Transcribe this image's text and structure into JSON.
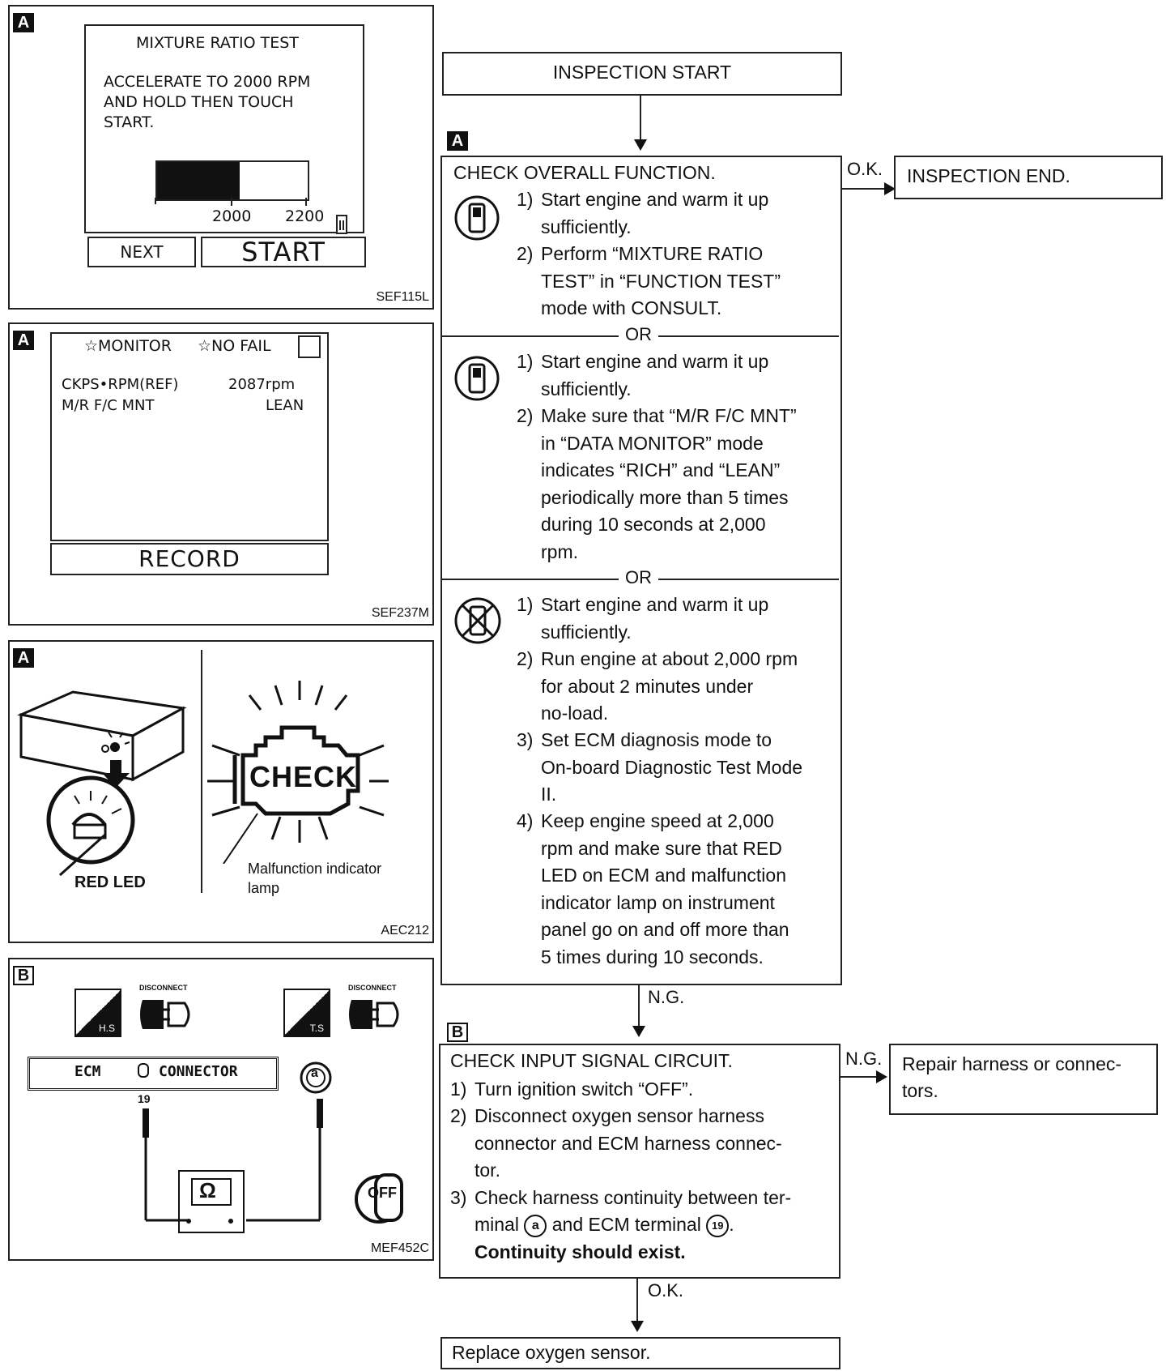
{
  "panel1": {
    "tag": "A",
    "title": "MIXTURE RATIO TEST",
    "instruction_lines": [
      "ACCELERATE TO 2000 RPM",
      "AND HOLD THEN TOUCH",
      "START."
    ],
    "bar_fill_fraction": 0.55,
    "tick1": "2000",
    "tick2": "2200",
    "next_btn": "NEXT",
    "start_btn": "START",
    "code": "SEF115L"
  },
  "panel2": {
    "tag": "A",
    "monitor_label": "☆MONITOR",
    "nofail_label": "☆NO FAIL",
    "row1_name": "CKPS•RPM(REF)",
    "row1_value": "2087rpm",
    "row2_name": "M/R F/C MNT",
    "row2_value": "LEAN",
    "record_btn": "RECORD",
    "code": "SEF237M"
  },
  "panel3": {
    "tag": "A",
    "check_text": "CHECK",
    "red_led": "RED LED",
    "mil_label_1": "Malfunction indicator",
    "mil_label_2": "lamp",
    "code": "AEC212"
  },
  "panel4": {
    "tag": "B",
    "hs": "H.S",
    "ts": "T.S",
    "disconnect1": "DISCONNECT",
    "disconnect2": "DISCONNECT",
    "ecm": "ECM",
    "connector": "CONNECTOR",
    "terminal": "19",
    "terminal_a": "a",
    "ohm": "Ω",
    "off": "OFF",
    "code": "MEF452C"
  },
  "flow": {
    "start": "INSPECTION START",
    "tag_a": "A",
    "tag_b": "B",
    "ok1": "O.K.",
    "end": "INSPECTION END.",
    "check_title": "CHECK OVERALL FUNCTION.",
    "or": "OR",
    "s1": [
      {
        "n": "1)",
        "lines": [
          "Start engine and warm it up",
          "sufficiently."
        ]
      },
      {
        "n": "2)",
        "lines": [
          "Perform “MIXTURE RATIO",
          "TEST” in “FUNCTION TEST”",
          "mode with CONSULT."
        ]
      }
    ],
    "s2": [
      {
        "n": "1)",
        "lines": [
          "Start engine and warm it up",
          "sufficiently."
        ]
      },
      {
        "n": "2)",
        "lines": [
          "Make sure that “M/R F/C MNT”",
          "in “DATA MONITOR” mode",
          "indicates “RICH” and “LEAN”",
          "periodically more than 5 times",
          "during 10 seconds at 2,000",
          "rpm."
        ]
      }
    ],
    "s3": [
      {
        "n": "1)",
        "lines": [
          "Start engine and warm it up",
          "sufficiently."
        ]
      },
      {
        "n": "2)",
        "lines": [
          "Run engine at about 2,000 rpm",
          "for about 2 minutes under",
          "no-load."
        ]
      },
      {
        "n": "3)",
        "lines": [
          "Set ECM diagnosis mode to",
          "On-board Diagnostic Test Mode",
          "II."
        ]
      },
      {
        "n": "4)",
        "lines": [
          "Keep engine speed at 2,000",
          "rpm and make sure that RED",
          "LED on ECM and malfunction",
          "indicator lamp on instrument",
          "panel go on and off more than",
          "5 times during 10 seconds."
        ]
      }
    ],
    "ng1": "N.G.",
    "input_title": "CHECK INPUT SIGNAL CIRCUIT.",
    "input_steps": [
      {
        "n": "1)",
        "lines": [
          "Turn ignition switch “OFF”."
        ]
      },
      {
        "n": "2)",
        "lines": [
          "Disconnect oxygen sensor harness",
          "connector and ECM harness connec-",
          "tor."
        ]
      },
      {
        "n": "3)",
        "lines": [
          "Check harness continuity between ter-"
        ]
      }
    ],
    "input_line_pre": "minal ",
    "input_term_a": "a",
    "input_line_mid": " and ECM terminal ",
    "input_term_19": "19",
    "input_line_post": ".",
    "input_bold": "Continuity should exist.",
    "ng2": "N.G.",
    "repair_1": "Repair harness or connec-",
    "repair_2": "tors.",
    "ok2": "O.K.",
    "replace": "Replace oxygen sensor."
  }
}
